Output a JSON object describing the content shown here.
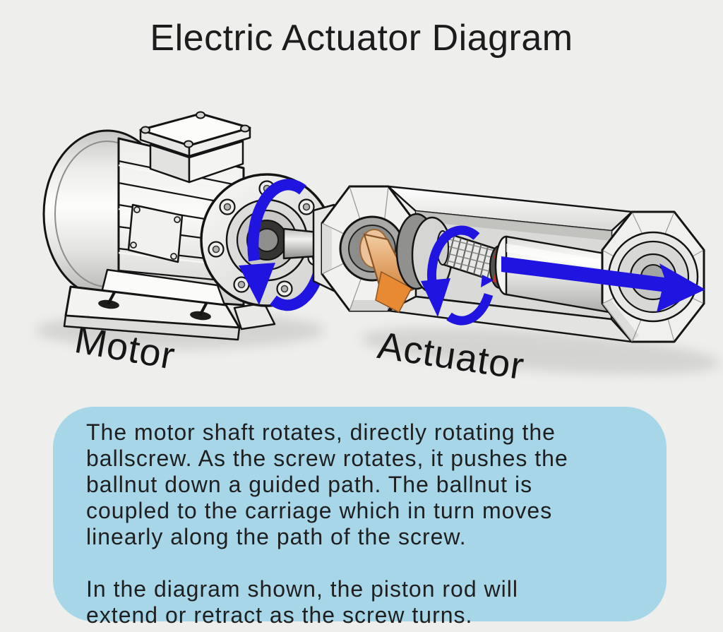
{
  "title": "Electric Actuator Diagram",
  "labels": {
    "motor": "Motor",
    "actuator": "Actuator"
  },
  "description": {
    "paragraph1": "The motor shaft rotates, directly rotating the ballscrew. As the screw rotates, it pushes the ballnut down a guided path. The ballnut is coupled to the carriage which in turn moves linearly along the path of the screw.",
    "paragraph2": "In the diagram shown, the piston rod will extend or retract as the screw turns."
  },
  "icons": {
    "motor_shaft_arrow": "rotation-arrow",
    "ballscrew_arrow": "rotation-arrow",
    "piston_rod_arrow": "right-extension-arrow"
  },
  "colors": {
    "page_bg": "#eeefed",
    "infobox_bg": "#a7d6e9",
    "arrow_blue": "#1f14e0",
    "text": "#1c1c1c",
    "line_art": "#141414",
    "copper": "#e2a368"
  }
}
